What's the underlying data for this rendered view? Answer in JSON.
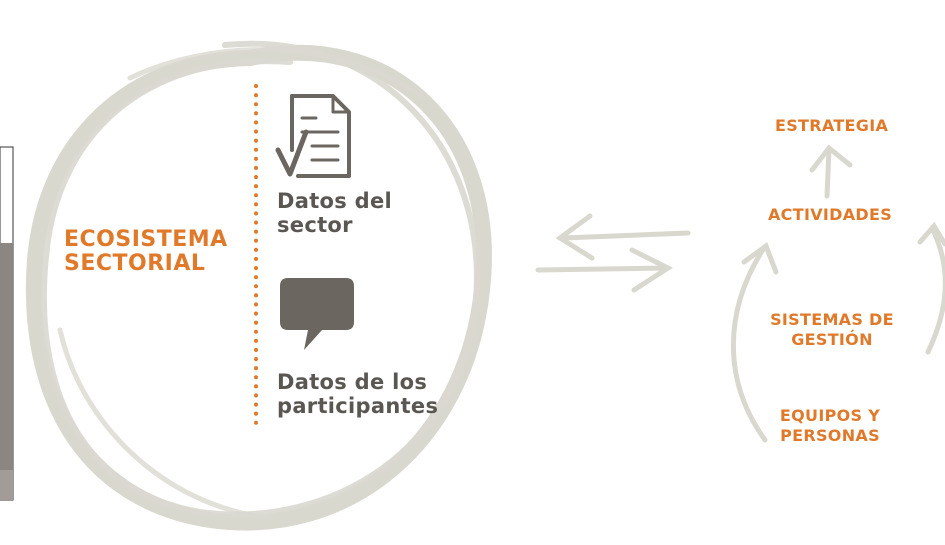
{
  "ecosystem": {
    "title_line1": "ECOSISTEMA",
    "title_line2": "SECTORIAL"
  },
  "data_sources": {
    "sector_line1": "Datos del",
    "sector_line2": "sector",
    "participants_line1": "Datos de los",
    "participants_line2": "participantes",
    "sector_icon": "document-check-icon",
    "participants_icon": "speech-bubble-icon"
  },
  "cycle": {
    "strategy": "ESTRATEGIA",
    "activities": "ACTIVIDADES",
    "systems_line1": "SISTEMAS DE",
    "systems_line2": "GESTIÓN",
    "teams_line1": "EQUIPOS Y",
    "teams_line2": "PERSONAS"
  },
  "colors": {
    "accent": "#e07a2a",
    "text_dark": "#5a5652",
    "sketch": "#d9d8cf",
    "icon": "#6b6660"
  }
}
